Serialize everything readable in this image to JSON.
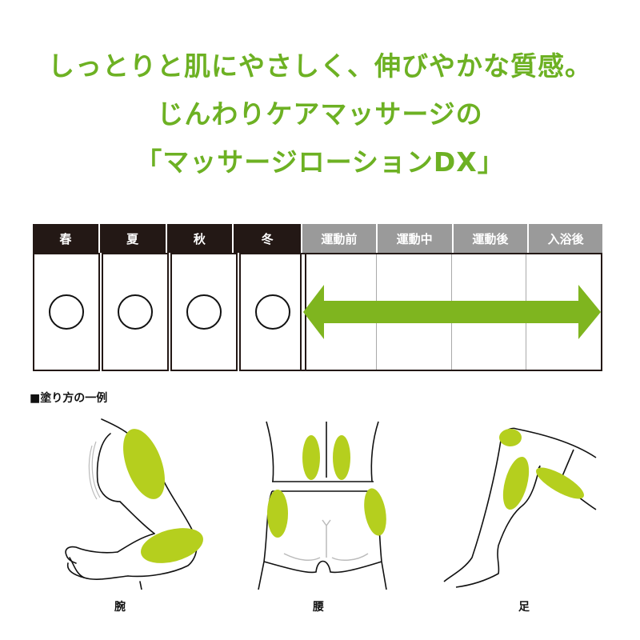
{
  "headline": {
    "line1": "しっとりと肌にやさしく、伸びやかな質感。",
    "line2": "じんわりケアマッサージの",
    "line3": "「マッサージローションDX」"
  },
  "usage_table": {
    "seasons": [
      {
        "label": "春",
        "mark": "○"
      },
      {
        "label": "夏",
        "mark": "○"
      },
      {
        "label": "秋",
        "mark": "○"
      },
      {
        "label": "冬",
        "mark": "○"
      }
    ],
    "timings": [
      {
        "label": "運動前"
      },
      {
        "label": "運動中"
      },
      {
        "label": "運動後"
      },
      {
        "label": "入浴後"
      }
    ],
    "timing_indicator": "double-arrow-all-timings"
  },
  "application_example": {
    "title": "■塗り方の一例",
    "figures": [
      {
        "caption": "腕",
        "icon": "arm-illustration"
      },
      {
        "caption": "腰",
        "icon": "lower-back-illustration"
      },
      {
        "caption": "足",
        "icon": "leg-illustration"
      }
    ]
  },
  "colors": {
    "headline_green": "#6db123",
    "arrow_green": "#7fb51f",
    "highlight_green": "#b5cf1e",
    "season_header": "#231815",
    "timing_header": "#9a9a9a"
  }
}
